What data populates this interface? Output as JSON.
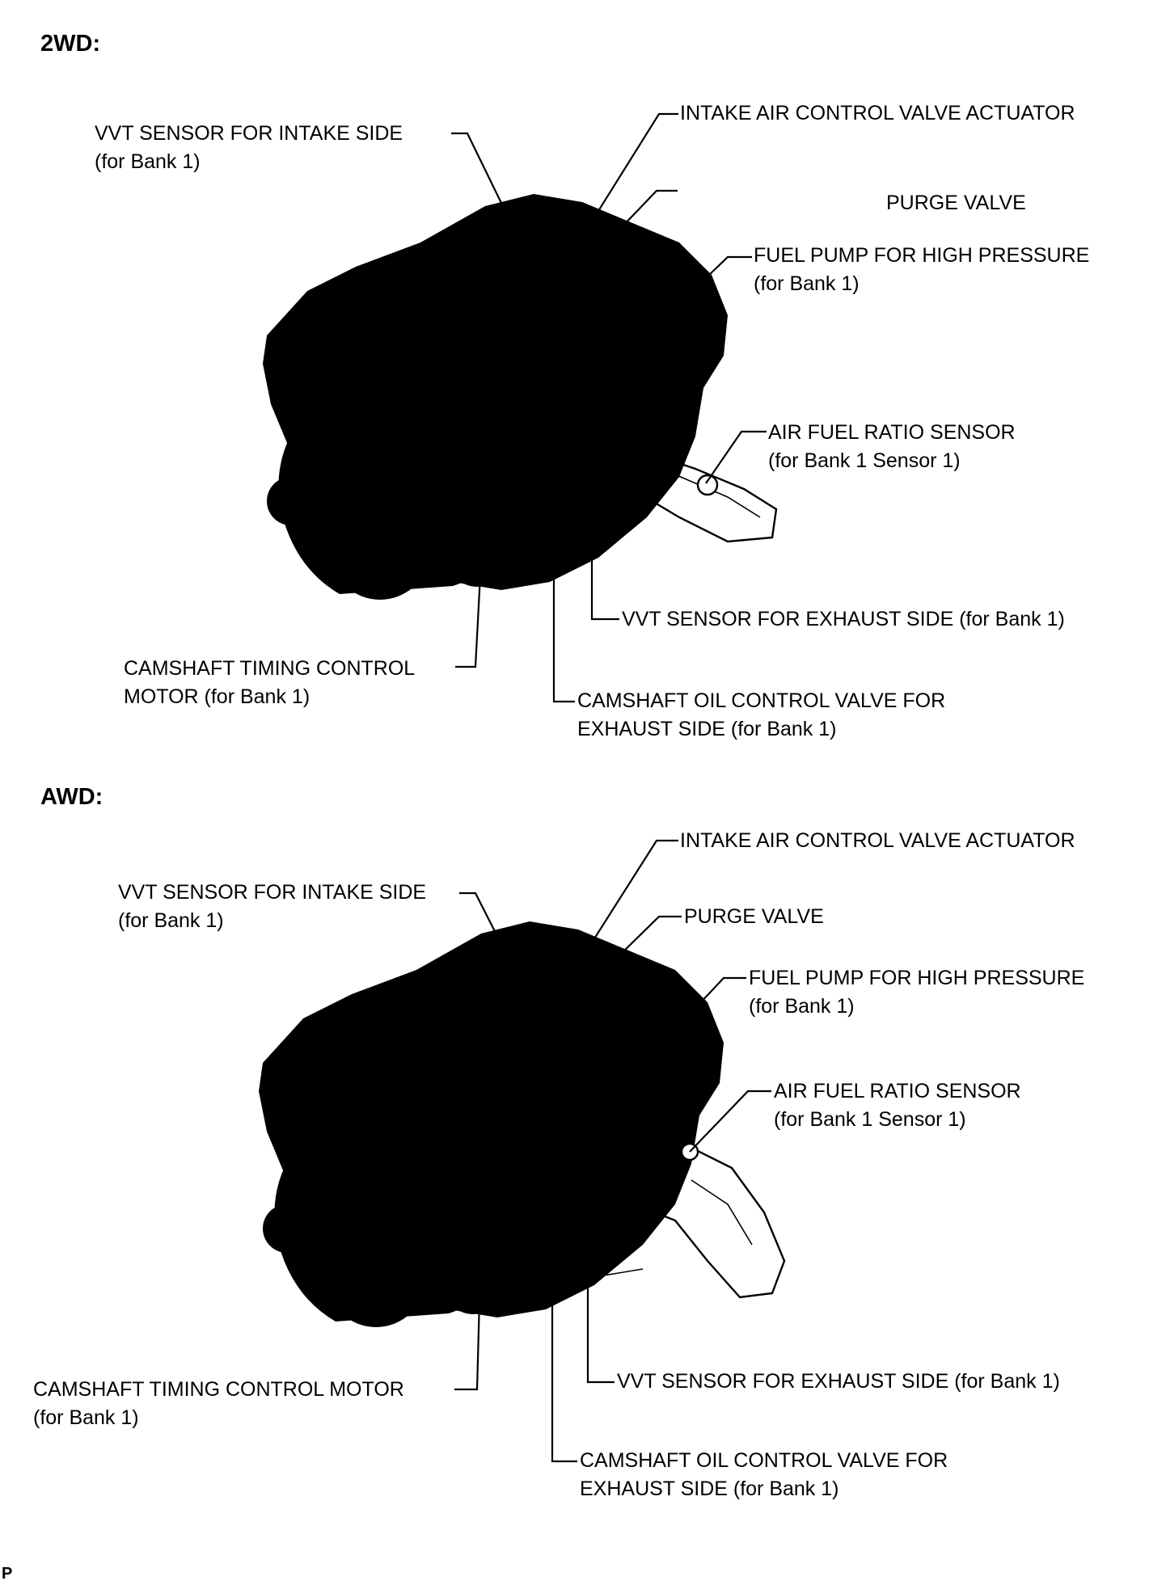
{
  "sections": [
    {
      "title": "2WD:",
      "labels": {
        "vvt_intake_line1": "VVT SENSOR FOR INTAKE SIDE",
        "vvt_intake_line2": "(for Bank 1)",
        "intake_air_actuator": "INTAKE AIR CONTROL VALVE ACTUATOR",
        "purge_valve": "PURGE VALVE",
        "fuel_pump_line1": "FUEL PUMP FOR HIGH PRESSURE",
        "fuel_pump_line2": "(for Bank 1)",
        "af_sensor_line1": "AIR FUEL RATIO SENSOR",
        "af_sensor_line2": "(for Bank 1 Sensor 1)",
        "vvt_exhaust": "VVT SENSOR FOR EXHAUST SIDE (for Bank 1)",
        "camshaft_motor_line1": "CAMSHAFT TIMING CONTROL",
        "camshaft_motor_line2": "MOTOR (for Bank 1)",
        "ocv_line1": "CAMSHAFT OIL CONTROL VALVE FOR",
        "ocv_line2": "EXHAUST SIDE (for Bank 1)"
      }
    },
    {
      "title": "AWD:",
      "labels": {
        "vvt_intake_line1": "VVT SENSOR FOR INTAKE SIDE",
        "vvt_intake_line2": "(for Bank 1)",
        "intake_air_actuator": "INTAKE AIR CONTROL VALVE ACTUATOR",
        "purge_valve": "PURGE VALVE",
        "fuel_pump_line1": "FUEL PUMP FOR HIGH PRESSURE",
        "fuel_pump_line2": "(for Bank 1)",
        "af_sensor_line1": "AIR FUEL RATIO SENSOR",
        "af_sensor_line2": "(for Bank 1 Sensor 1)",
        "vvt_exhaust": "VVT SENSOR FOR EXHAUST SIDE (for Bank 1)",
        "camshaft_motor_line1": "CAMSHAFT TIMING CONTROL MOTOR",
        "camshaft_motor_line2": "(for Bank 1)",
        "ocv_line1": "CAMSHAFT OIL CONTROL VALVE FOR",
        "ocv_line2": "EXHAUST SIDE (for Bank 1)"
      }
    }
  ],
  "footer_code": "P",
  "colors": {
    "ink": "#000000",
    "background": "#ffffff"
  }
}
